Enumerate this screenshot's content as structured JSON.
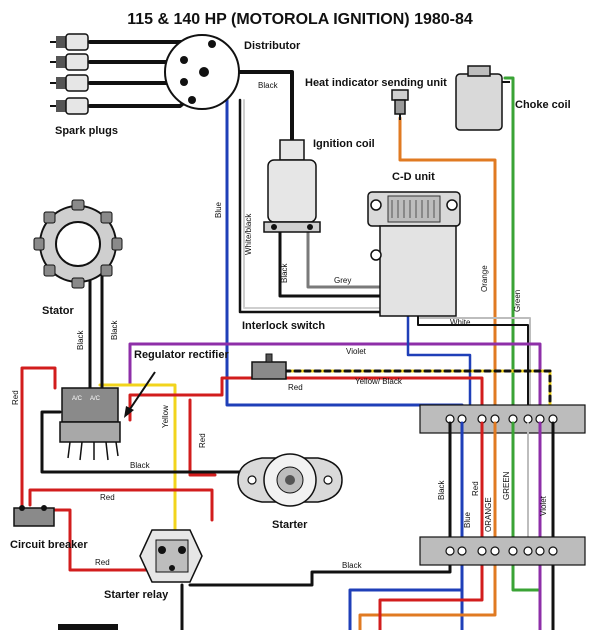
{
  "title": "115 & 140 HP (MOTOROLA IGNITION) 1980-84",
  "components": {
    "distributor": "Distributor",
    "spark_plugs": "Spark plugs",
    "heat_sender": "Heat indicator sending unit",
    "choke_coil": "Choke coil",
    "ignition_coil": "Ignition coil",
    "cd_unit": "C-D unit",
    "stator": "Stator",
    "interlock_switch": "Interlock switch",
    "regulator_rectifier": "Regulator rectifier",
    "circuit_breaker": "Circuit breaker",
    "starter": "Starter",
    "starter_relay": "Starter relay",
    "rect_ac_1": "A/C",
    "rect_ac_2": "A/C"
  },
  "wire_labels": {
    "black_dist": "Black",
    "blue_left": "Blue",
    "white_black": "White/black",
    "black_coil": "Black",
    "grey": "Grey",
    "orange_right": "Orange",
    "green_right": "Green",
    "white": "White",
    "violet_top": "Violet",
    "yellow_black": "Yellow/ Black",
    "red_mid": "Red",
    "stator_black_1": "Black",
    "stator_black_2": "Black",
    "red_left": "Red",
    "yellow_left": "Yellow",
    "red_center": "Red",
    "black_mid": "Black",
    "red_lower": "Red",
    "red_breaker": "Red",
    "black_bottom": "Black",
    "term_black": "Black",
    "term_blue": "Blue",
    "term_red": "Red",
    "term_orange": "ORANGE",
    "term_green": "GREEN",
    "term_violet": "Violet"
  },
  "colors": {
    "black": "#111111",
    "blue": "#1f3fb8",
    "red": "#d21d1d",
    "orange": "#e07a22",
    "green": "#3aa335",
    "violet": "#8e2fa8",
    "yellow": "#f2d41c",
    "grey": "#7a7a7a",
    "component_fill": "#d9d9d9",
    "terminal_strip": "#bcbcbc"
  }
}
